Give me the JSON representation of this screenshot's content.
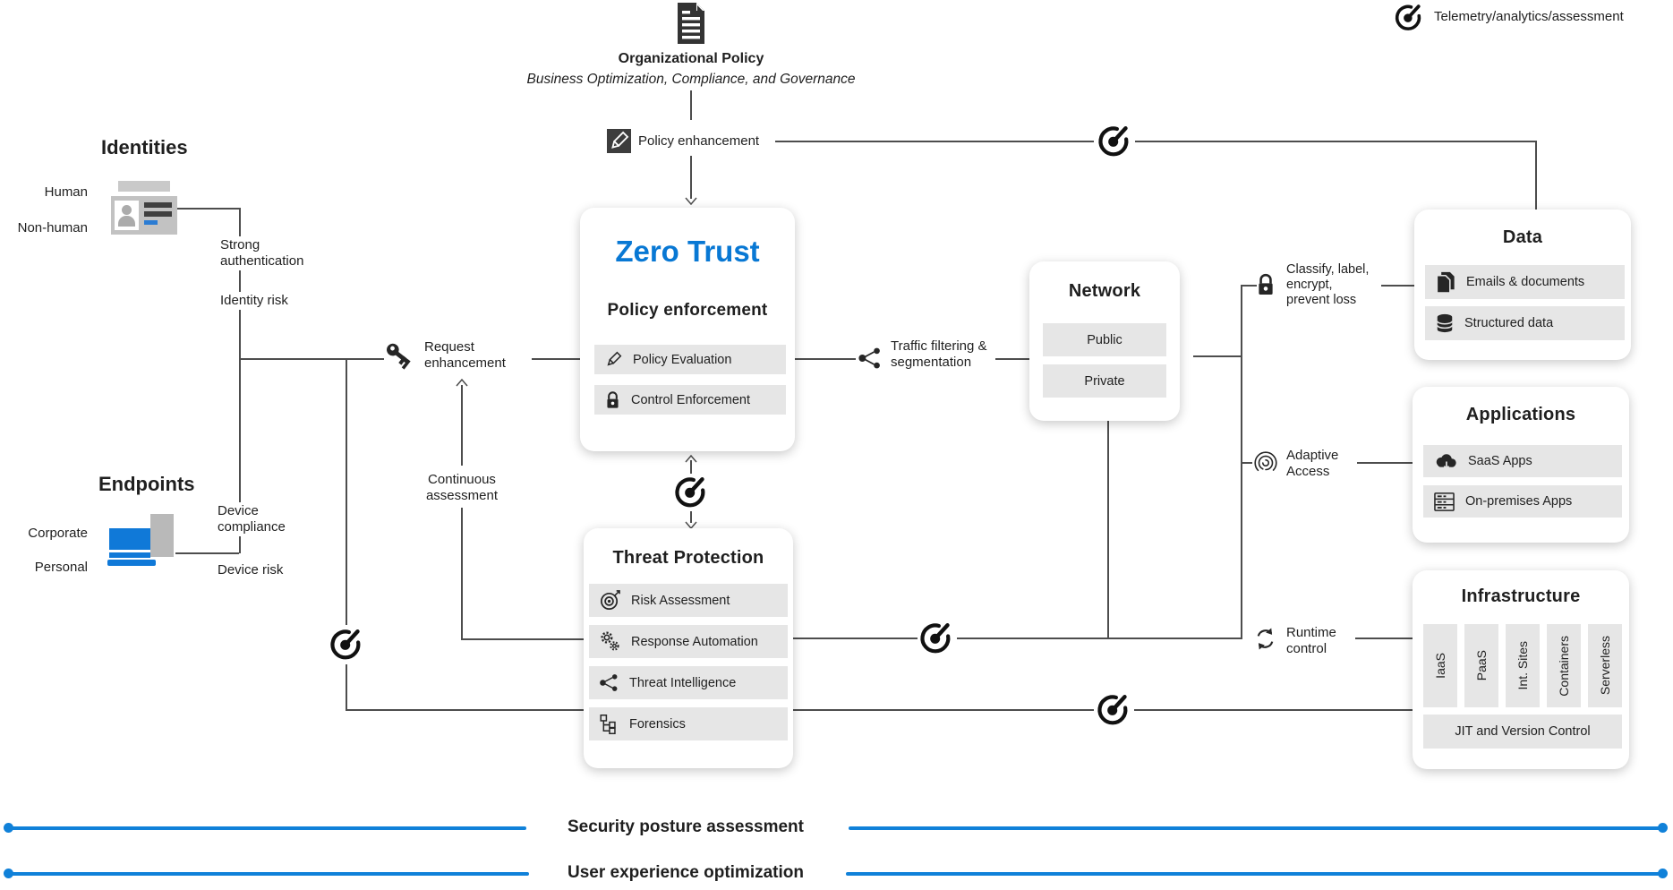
{
  "legend": {
    "telemetry_label": "Telemetry/analytics/assessment"
  },
  "org_policy": {
    "title": "Organizational Policy",
    "subtitle": "Business Optimization, Compliance, and Governance",
    "enhancement_label": "Policy enhancement"
  },
  "identities": {
    "heading": "Identities",
    "types": [
      "Human",
      "Non-human"
    ],
    "annotations": [
      "Strong authentication",
      "Identity risk"
    ]
  },
  "endpoints": {
    "heading": "Endpoints",
    "types": [
      "Corporate",
      "Personal"
    ],
    "annotations": [
      "Device compliance",
      "Device risk"
    ]
  },
  "flow_labels": {
    "request_enhancement": "Request enhancement",
    "continuous_assessment": "Continuous assessment",
    "traffic_filtering": "Traffic filtering & segmentation"
  },
  "zero_trust": {
    "title": "Zero Trust",
    "subtitle": "Policy enforcement",
    "rows": [
      "Policy Evaluation",
      "Control Enforcement"
    ]
  },
  "threat_protection": {
    "title": "Threat Protection",
    "rows": [
      "Risk Assessment",
      "Response Automation",
      "Threat Intelligence",
      "Forensics"
    ]
  },
  "network": {
    "title": "Network",
    "rows": [
      "Public",
      "Private"
    ]
  },
  "data": {
    "title": "Data",
    "rows": [
      "Emails & documents",
      "Structured data"
    ]
  },
  "applications": {
    "title": "Applications",
    "rows": [
      "SaaS Apps",
      "On-premises Apps"
    ]
  },
  "infrastructure": {
    "title": "Infrastructure",
    "columns": [
      "IaaS",
      "PaaS",
      "Int. Sites",
      "Containers",
      "Serverless"
    ],
    "footer_row": "JIT and Version Control"
  },
  "side_labels": {
    "classify": "Classify, label, encrypt, prevent loss",
    "adaptive_access": "Adaptive Access",
    "runtime_control": "Runtime control"
  },
  "bottom": {
    "security_line": "Security posture assessment",
    "ux_line": "User experience optimization"
  },
  "colors": {
    "accent_blue": "#0078d4",
    "line_gray": "#4d4d4d",
    "row_bg": "#e6e6e6"
  }
}
